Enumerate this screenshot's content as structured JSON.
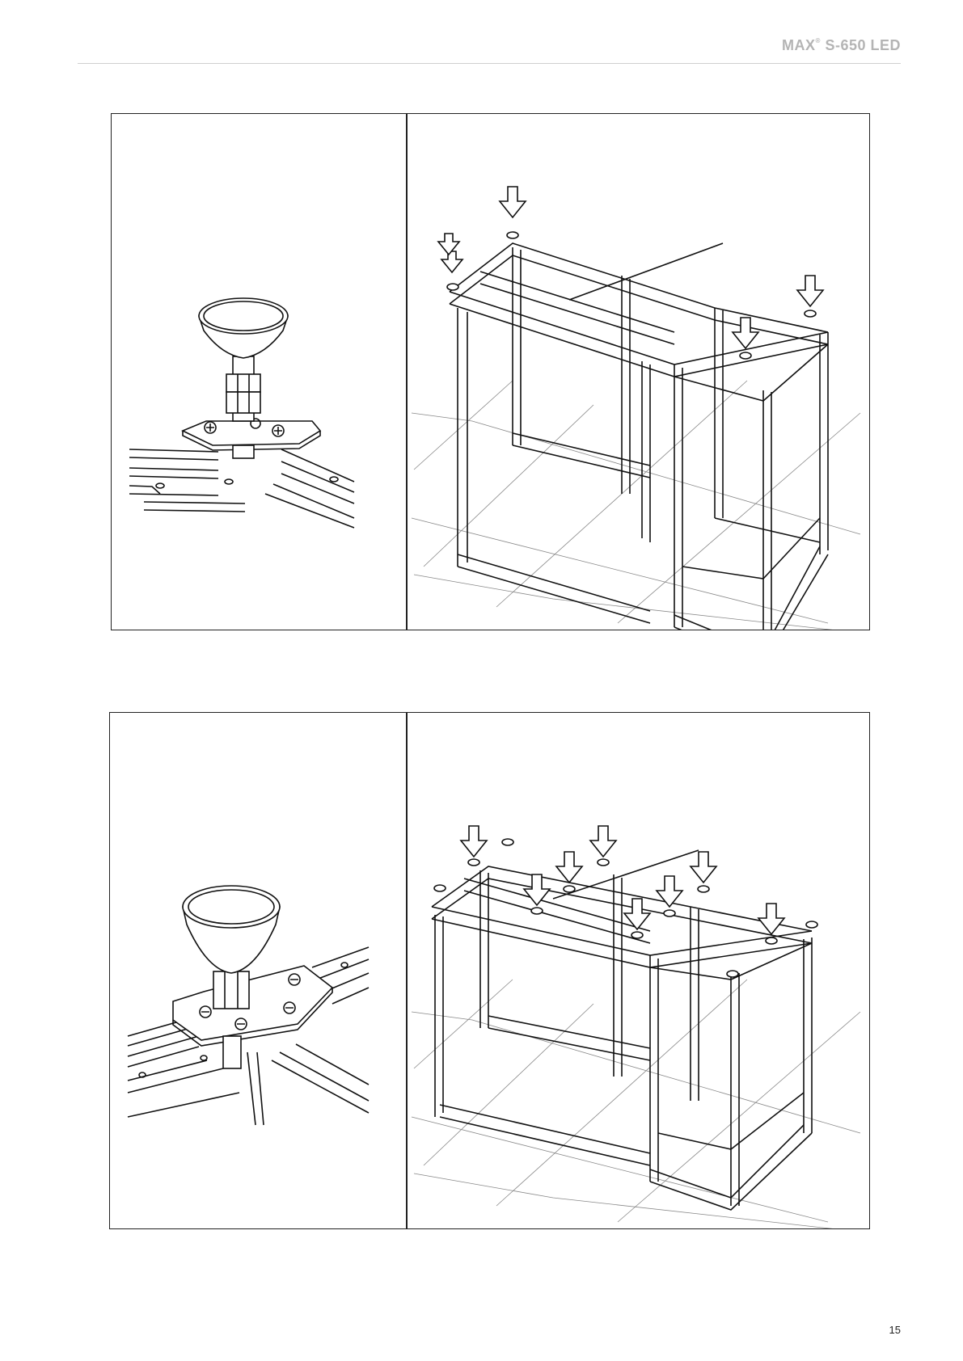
{
  "header": {
    "brand": "MAX",
    "registered_mark": "®",
    "model": "S-650 LED"
  },
  "steps": [
    {
      "detail_icon": "leveling-foot-detail-icon",
      "assembly_icon": "frame-assembly-icon",
      "arrow_count": 5
    },
    {
      "detail_icon": "leveling-foot-detail-icon",
      "assembly_icon": "frame-assembly-icon",
      "arrow_count": 8
    }
  ],
  "footer": {
    "page_number": "15"
  }
}
